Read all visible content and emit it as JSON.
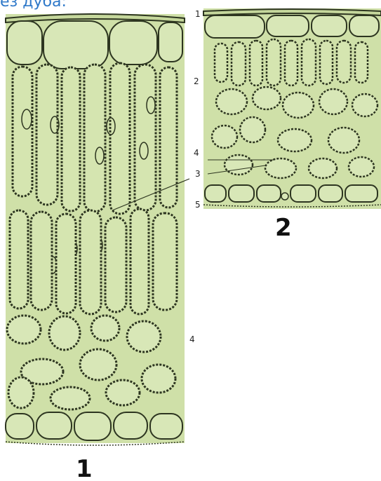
{
  "caption_fragment": "ез дуба:",
  "figure1": {
    "label": "1",
    "callouts": [
      "4"
    ]
  },
  "figure2": {
    "label": "2",
    "callouts": [
      "1",
      "2",
      "4",
      "3",
      "5"
    ]
  },
  "colors": {
    "tissue_fill": "#cfe0a8",
    "cell_fill": "#d8e7b7",
    "cell_wall": "#2d3520",
    "caption_blue": "#2e78c9"
  }
}
